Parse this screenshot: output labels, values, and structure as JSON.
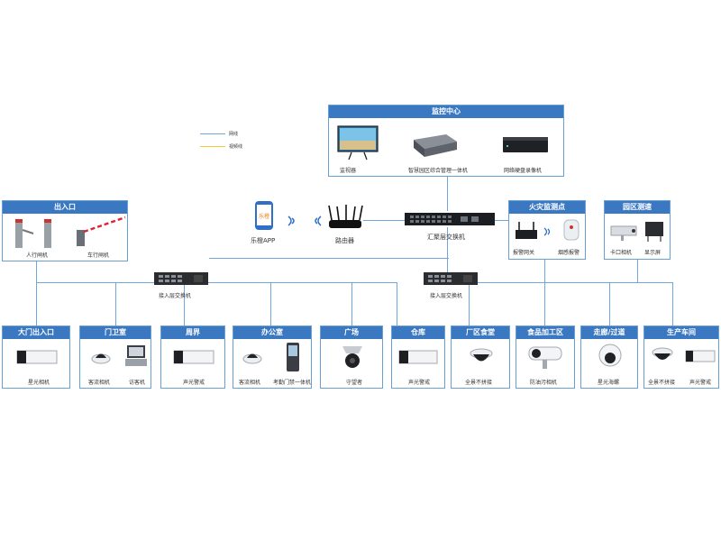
{
  "legend": {
    "network": "网线",
    "video": "视频线"
  },
  "colors": {
    "accent": "#3b78c2",
    "network_line": "#6fa7dc",
    "video_line": "#f1cd3a"
  },
  "monitor_center": {
    "title": "监控中心",
    "devices": [
      "监视器",
      "智慧园区综合管理一体机",
      "网络硬盘录像机"
    ]
  },
  "core": {
    "app": "乐橙APP",
    "router": "路由器",
    "aggregation_switch": "汇聚层交换机"
  },
  "access_switch": "接入层交换机",
  "entrance": {
    "title": "出入口",
    "devices": [
      "人行闸机",
      "车行闸机"
    ]
  },
  "fire": {
    "title": "火灾监测点",
    "devices": [
      "报警网关",
      "烟感报警"
    ]
  },
  "park": {
    "title": "园区测速",
    "devices": [
      "卡口相机",
      "显示屏"
    ]
  },
  "zones": [
    {
      "title": "大门出入口",
      "devices": [
        "星光相机"
      ]
    },
    {
      "title": "门卫室",
      "devices": [
        "客流相机",
        "访客机"
      ]
    },
    {
      "title": "周界",
      "devices": [
        "声光警戒"
      ]
    },
    {
      "title": "办公室",
      "devices": [
        "客流相机",
        "考勤门禁一体机"
      ]
    },
    {
      "title": "广场",
      "devices": [
        "守望者"
      ]
    },
    {
      "title": "仓库",
      "devices": [
        "声光警戒"
      ]
    },
    {
      "title": "厂区食堂",
      "devices": [
        "全景不拼接"
      ]
    },
    {
      "title": "食品加工区",
      "devices": [
        "防油污相机"
      ]
    },
    {
      "title": "走廊/过道",
      "devices": [
        "星光海螺"
      ]
    },
    {
      "title": "生产车间",
      "devices": [
        "全景不拼接",
        "声光警戒"
      ]
    }
  ]
}
